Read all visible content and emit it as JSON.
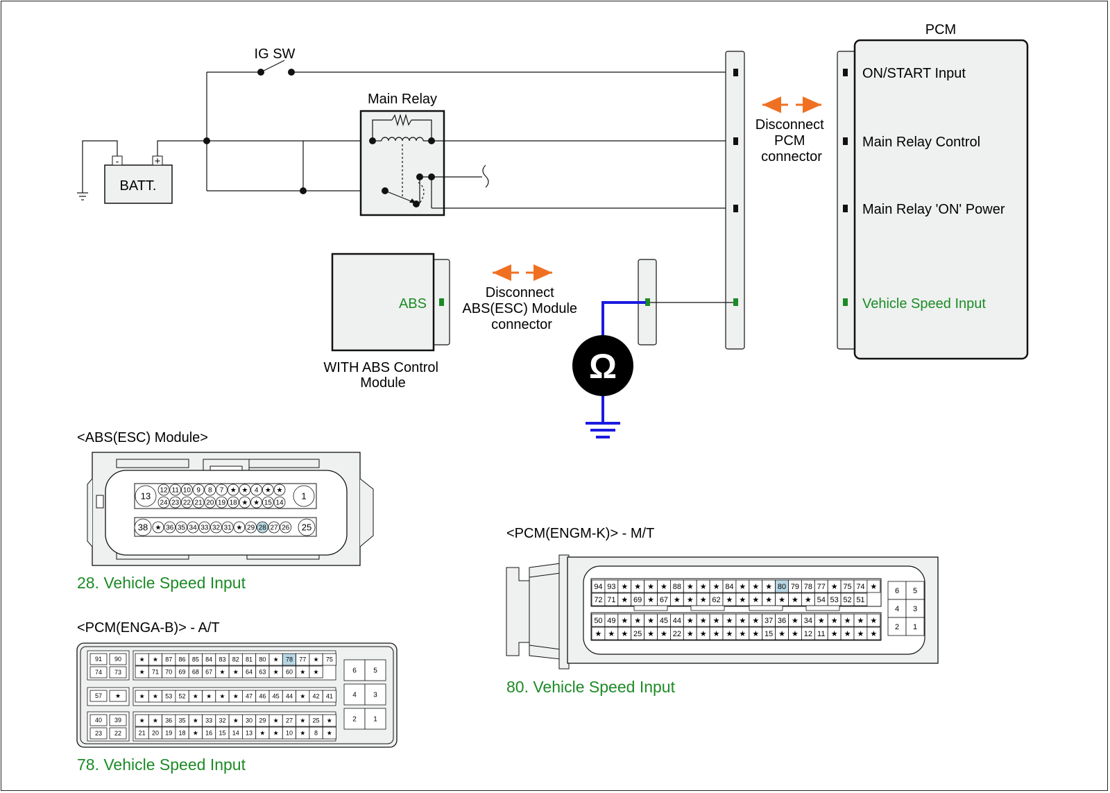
{
  "circuit": {
    "ig_sw": "IG SW",
    "batt": "BATT.",
    "batt_minus": "-",
    "batt_plus": "+",
    "main_relay": "Main Relay",
    "pcm_title": "PCM",
    "pcm_pins": [
      "ON/START Input",
      "Main Relay Control",
      "Main Relay 'ON' Power",
      "Vehicle Speed Input"
    ],
    "disconnect_pcm": [
      "Disconnect",
      "PCM",
      "connector"
    ],
    "abs_label": "ABS",
    "abs_caption": [
      "WITH ABS Control",
      "Module"
    ],
    "disconnect_abs": [
      "Disconnect",
      "ABS(ESC) Module",
      "connector"
    ],
    "ohm_symbol": "Ω"
  },
  "colors": {
    "line": "#111111",
    "box_fill": "#eef1f0",
    "arrow": "#f07022",
    "signal": "#1c8a25",
    "meter_wire": "#1a1ae0",
    "highlight_pin": "#b7d7e3"
  },
  "abs_connector": {
    "title": "<ABS(ESC) Module>",
    "caption": "28. Vehicle Speed Input",
    "big_left_top": "13",
    "big_right_top": "1",
    "big_left_bottom": "38",
    "big_right_bottom": "25",
    "row1": [
      "12",
      "11",
      "10",
      "9",
      "8",
      "7",
      "★",
      "★",
      "4",
      "★",
      "★"
    ],
    "row2": [
      "24",
      "23",
      "22",
      "21",
      "20",
      "19",
      "18",
      "★",
      "★",
      "15",
      "14"
    ],
    "row3": [
      "★",
      "36",
      "35",
      "34",
      "33",
      "32",
      "31",
      "★",
      "29",
      "28",
      "27",
      "26"
    ],
    "highlight": "28"
  },
  "pcm_at": {
    "title": "<PCM(ENGA-B)> - A/T",
    "caption": "78. Vehicle Speed Input",
    "highlight": "78",
    "left_top": [
      [
        "91",
        "90"
      ],
      [
        "74",
        "73"
      ]
    ],
    "left_mid": [
      [
        "57",
        "★"
      ]
    ],
    "left_bot": [
      [
        "40",
        "39"
      ],
      [
        "23",
        "22"
      ]
    ],
    "top_rows": [
      [
        "★",
        "★",
        "87",
        "86",
        "85",
        "84",
        "83",
        "82",
        "81",
        "80",
        "★",
        "78",
        "77",
        "★",
        "75"
      ],
      [
        "★",
        "71",
        "70",
        "69",
        "68",
        "67",
        "★",
        "★",
        "64",
        "63",
        "★",
        "60",
        "★",
        "★"
      ]
    ],
    "mid_row": [
      "★",
      "★",
      "53",
      "52",
      "★",
      "★",
      "★",
      "★",
      "47",
      "46",
      "45",
      "44",
      "★",
      "42",
      "41"
    ],
    "bot_rows": [
      [
        "★",
        "★",
        "36",
        "35",
        "★",
        "33",
        "32",
        "★",
        "30",
        "29",
        "★",
        "27",
        "★",
        "25",
        "★"
      ],
      [
        "21",
        "20",
        "19",
        "18",
        "★",
        "16",
        "15",
        "14",
        "13",
        "★",
        "★",
        "10",
        "★",
        "8",
        "★"
      ]
    ],
    "right": [
      [
        "6",
        "5"
      ],
      [
        "4",
        "3"
      ],
      [
        "2",
        "1"
      ]
    ]
  },
  "pcm_mt": {
    "title": "<PCM(ENGM-K)> - M/T",
    "caption": "80. Vehicle Speed Input",
    "highlight": "80",
    "rows": [
      [
        "94",
        "93",
        "★",
        "★",
        "★",
        "★",
        "88",
        "★",
        "★",
        "★",
        "84",
        "★",
        "★",
        "★",
        "80",
        "79",
        "78",
        "77",
        "★",
        "75",
        "74",
        "★"
      ],
      [
        "72",
        "71",
        "★",
        "69",
        "★",
        "67",
        "★",
        "★",
        "★",
        "62",
        "★",
        "★",
        "★",
        "★",
        "★",
        "★",
        "★",
        "54",
        "53",
        "52",
        "51"
      ],
      [
        "50",
        "49",
        "★",
        "★",
        "★",
        "45",
        "44",
        "★",
        "★",
        "★",
        "★",
        "★",
        "★",
        "37",
        "36",
        "★",
        "34",
        "★",
        "★",
        "★",
        "★",
        "★"
      ],
      [
        "★",
        "★",
        "★",
        "25",
        "★",
        "★",
        "22",
        "★",
        "★",
        "★",
        "★",
        "★",
        "★",
        "15",
        "★",
        "★",
        "12",
        "11",
        "★",
        "★",
        "★",
        "★"
      ]
    ],
    "right": [
      [
        "6",
        "5"
      ],
      [
        "4",
        "3"
      ],
      [
        "2",
        "1"
      ]
    ]
  }
}
